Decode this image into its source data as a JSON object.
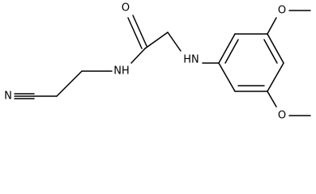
{
  "molecule": {
    "atoms": {
      "carbonyl_oxygen": "O",
      "amide_nitrogen": "NH",
      "amine_nitrogen": "HN",
      "nitrile_nitrogen": "N",
      "methoxy_oxygen_top": "O",
      "methoxy_oxygen_bottom": "O"
    }
  }
}
